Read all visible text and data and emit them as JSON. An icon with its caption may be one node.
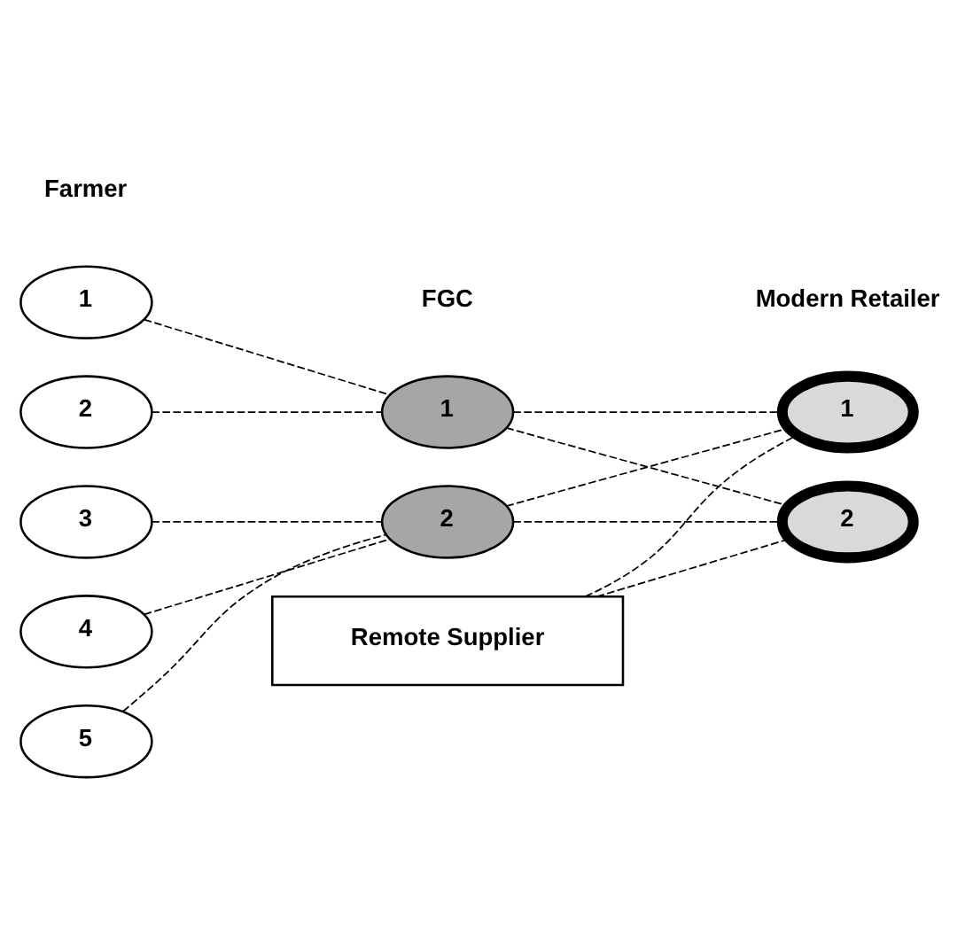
{
  "diagram": {
    "nodes": [
      {
        "text": [
          "1"
        ]
      },
      {
        "text": [
          "2"
        ]
      },
      {
        "text": [
          "3"
        ]
      },
      {
        "text": [
          "4"
        ]
      },
      {
        "text": [
          "5"
        ]
      },
      {
        "text": [
          "1"
        ]
      },
      {
        "text": [
          "2"
        ]
      },
      {
        "text": [
          "1"
        ]
      },
      {
        "text": [
          "2"
        ]
      },
      {
        "text": [
          "Remote Supplier"
        ]
      }
    ],
    "edges": [
      {
        "from": 0,
        "to": 5,
        "arrow": "none",
        "style": "dashed"
      },
      {
        "from": 1,
        "to": 5,
        "arrow": "none",
        "style": "dashed"
      },
      {
        "from": 2,
        "to": 6,
        "arrow": "none",
        "style": "dashed"
      },
      {
        "from": 3,
        "to": 6,
        "arrow": "none",
        "style": "dashed"
      },
      {
        "from": 4,
        "to": 6,
        "arrow": "none",
        "style": "dashed"
      },
      {
        "from": 5,
        "to": 7,
        "arrow": "none",
        "style": "dashed"
      },
      {
        "from": 5,
        "to": 8,
        "arrow": "none",
        "style": "dashed"
      },
      {
        "from": 6,
        "to": 7,
        "arrow": "none",
        "style": "dashed"
      },
      {
        "from": 6,
        "to": 8,
        "arrow": "none",
        "style": "dashed"
      },
      {
        "from": 9,
        "to": 7,
        "arrow": "none",
        "style": "dashed"
      },
      {
        "from": 9,
        "to": 8,
        "arrow": "none",
        "style": "dashed"
      }
    ],
    "labels": [
      "Farmer",
      "FGC",
      "Modern Retailer"
    ]
  }
}
